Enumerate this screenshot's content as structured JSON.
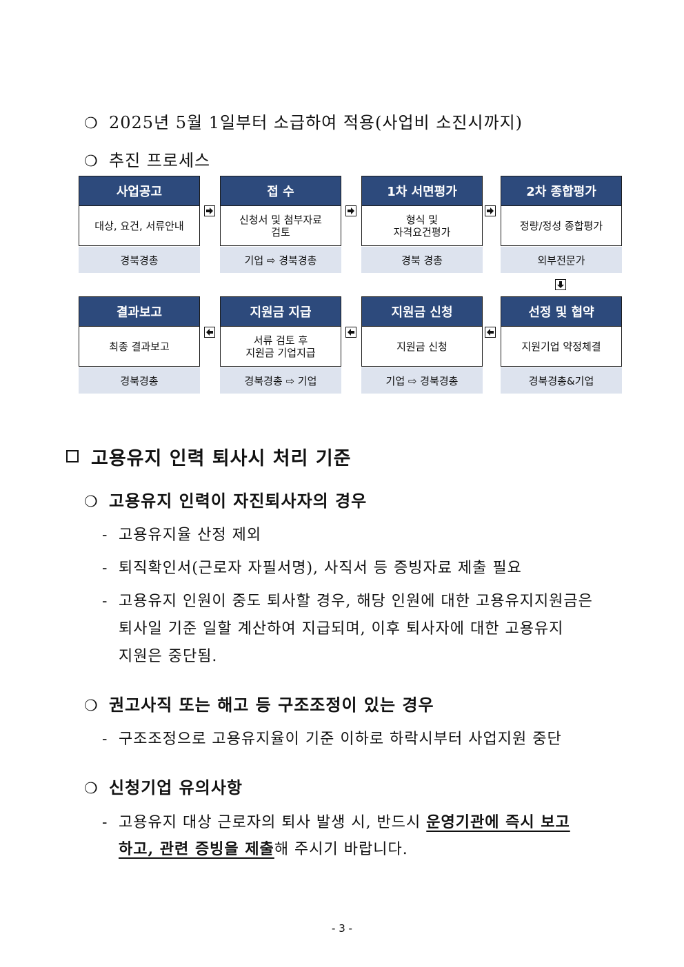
{
  "intro": {
    "bullet": "❍",
    "line1": "2025년 5월 1일부터 소급하여 적용(사업비 소진시까지)",
    "line2": "추진 프로세스"
  },
  "process": {
    "row1": [
      {
        "title": "사업공고",
        "body": "대상, 요건, 서류안내",
        "foot": "경북경총"
      },
      {
        "title": "접 수",
        "body": "신청서 및 첨부자료\n검토",
        "foot": "기업 ⇨ 경북경총"
      },
      {
        "title": "1차 서면평가",
        "body": "형식 및\n자격요건평가",
        "foot": "경북 경총"
      },
      {
        "title": "2차 종합평가",
        "body": "정량/정성 종합평가",
        "foot": "외부전문가"
      }
    ],
    "row2": [
      {
        "title": "결과보고",
        "body": "최종 결과보고",
        "foot": "경북경총"
      },
      {
        "title": "지원금 지급",
        "body": "서류 검토 후\n지원금 기업지급",
        "foot": "경북경총 ⇨ 기업"
      },
      {
        "title": "지원금 신청",
        "body": "지원금 신청",
        "foot": "기업 ⇨ 경북경총"
      },
      {
        "title": "선정 및 협약",
        "body": "지원기업 약정체결",
        "foot": "경북경총&기업"
      }
    ]
  },
  "section": {
    "title": "고용유지 인력 퇴사시 처리 기준",
    "sub1": {
      "title": "고용유지 인력이 자진퇴사자의 경우",
      "items": [
        "고용유지율 산정 제외",
        "퇴직확인서(근로자 자필서명), 사직서 등 증빙자료 제출 필요",
        "고용유지 인원이 중도 퇴사할 경우, 해당 인원에 대한 고용유지지원금은"
      ],
      "item3_cont1": "퇴사일 기준 일할 계산하여 지급되며, 이후 퇴사자에 대한 고용유지",
      "item3_cont2": "지원은 중단됨."
    },
    "sub2": {
      "title": "권고사직 또는 해고 등 구조조정이 있는 경우",
      "items": [
        "구조조정으로 고용유지율이 기준 이하로 하락시부터 사업지원 중단"
      ]
    },
    "sub3": {
      "title": "신청기업 유의사항",
      "item_prefix": "고용유지 대상 근로자의 퇴사 발생 시, 반드시 ",
      "item_emph1": "운영기관에 즉시 보고",
      "item_emph2": "하고, 관련 증빙을 제출",
      "item_suffix": "해 주시기 바랍니다."
    }
  },
  "dash": "-",
  "page_number": "- 3 -"
}
